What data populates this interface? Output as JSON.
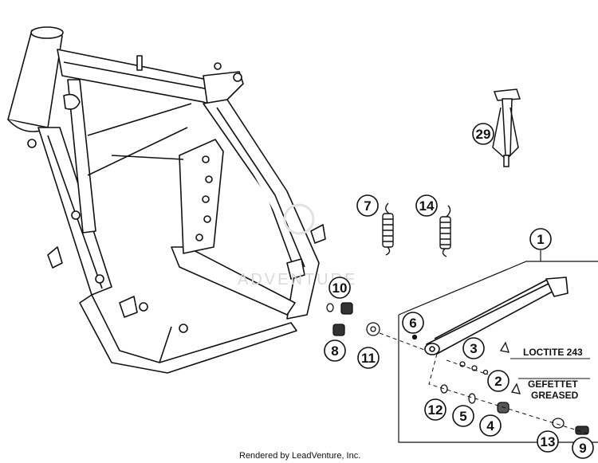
{
  "callouts": [
    {
      "id": "c1",
      "number": "1"
    },
    {
      "id": "c2",
      "number": "2"
    },
    {
      "id": "c3",
      "number": "3"
    },
    {
      "id": "c4",
      "number": "4"
    },
    {
      "id": "c5",
      "number": "5"
    },
    {
      "id": "c6",
      "number": "6"
    },
    {
      "id": "c7",
      "number": "7"
    },
    {
      "id": "c8",
      "number": "8"
    },
    {
      "id": "c9",
      "number": "9"
    },
    {
      "id": "c10",
      "number": "10"
    },
    {
      "id": "c11",
      "number": "11"
    },
    {
      "id": "c12",
      "number": "12"
    },
    {
      "id": "c13",
      "number": "13"
    },
    {
      "id": "c14",
      "number": "14"
    },
    {
      "id": "c29",
      "number": "29"
    }
  ],
  "notes": {
    "loctite": "LOCTITE 243",
    "gefettet": "GEFETTET",
    "greased": "GREASED"
  },
  "watermark": "ADVENTURE",
  "footer": "Rendered by LeadVenture, Inc."
}
